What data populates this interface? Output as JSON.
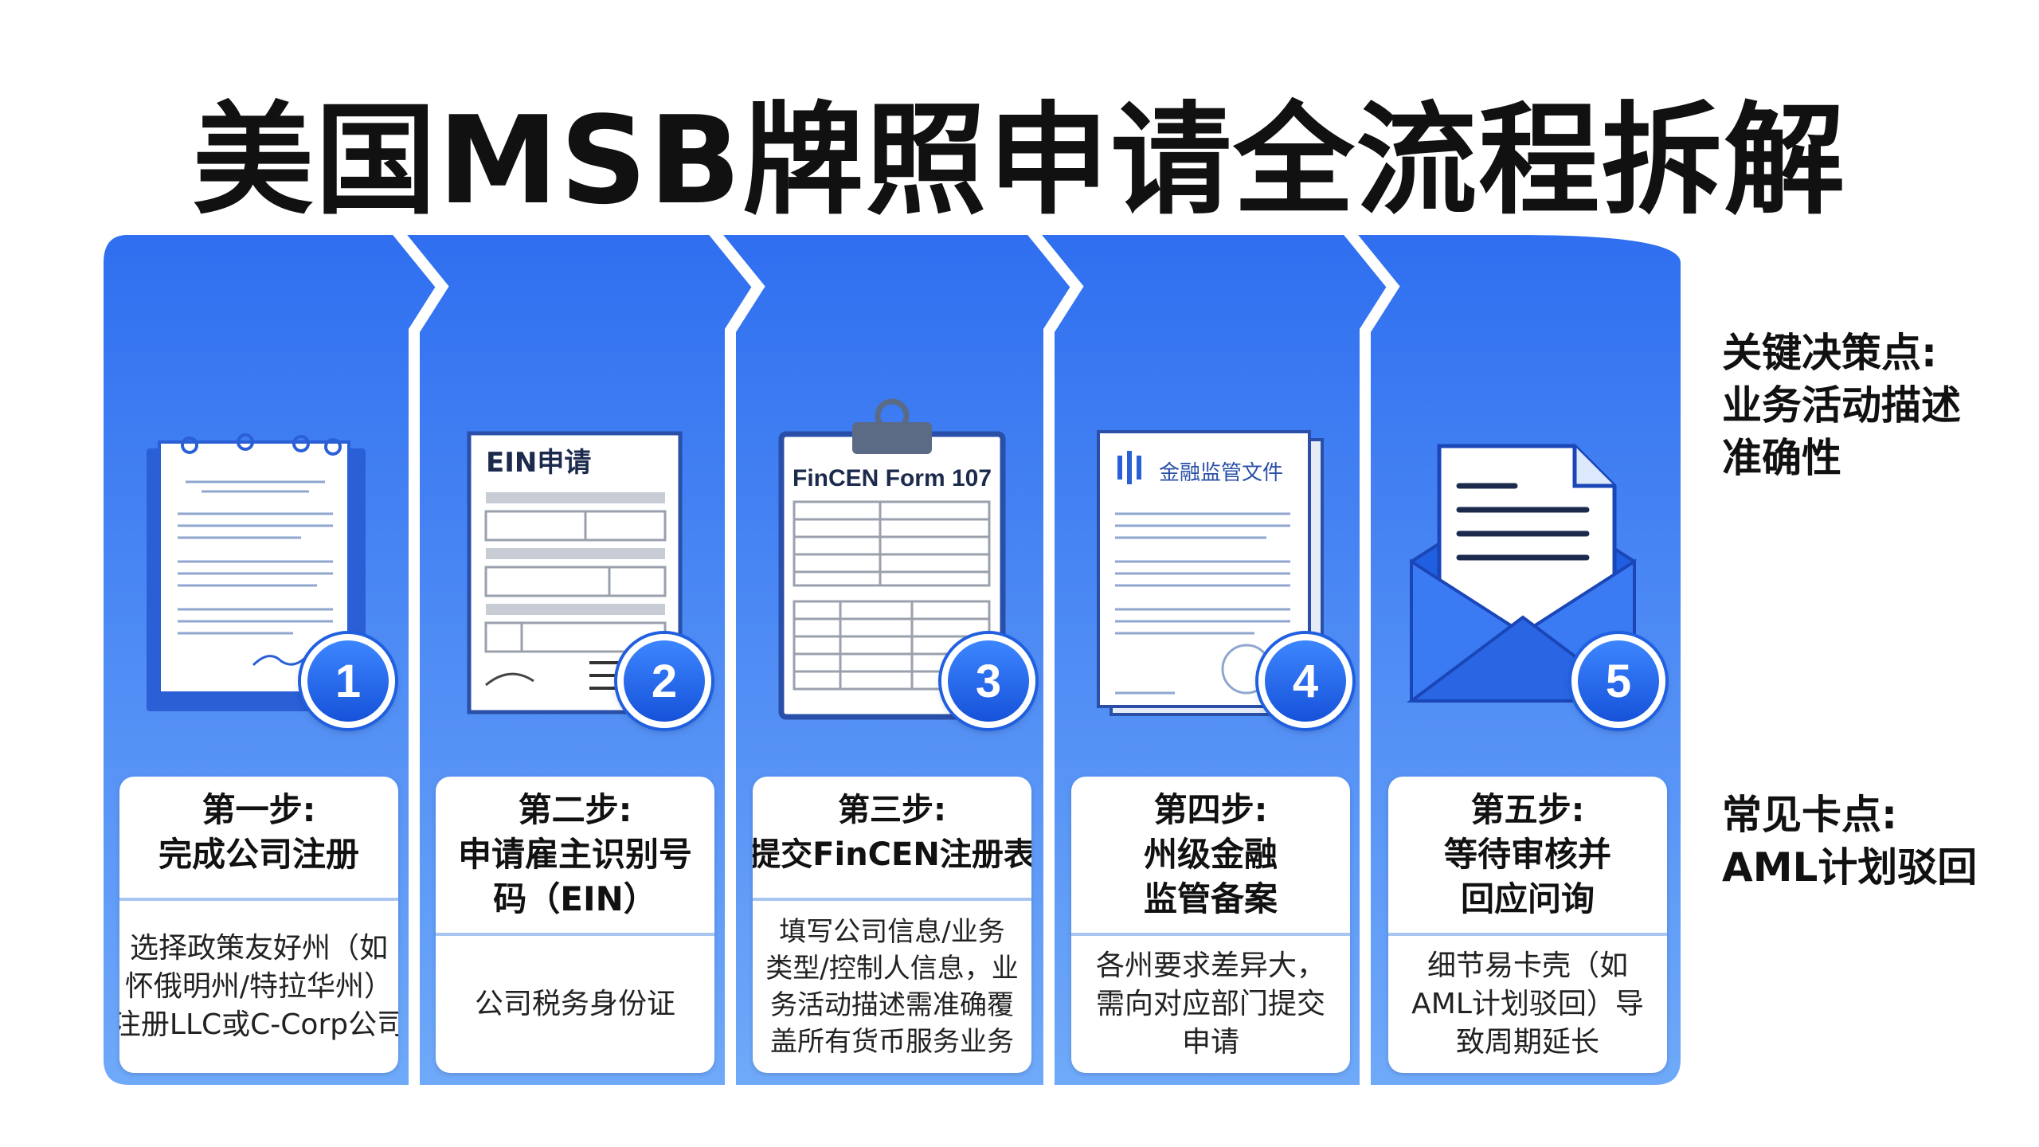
{
  "title": "美国MSB牌照申请全流程拆解",
  "colors": {
    "panel_top": "#2f6ff0",
    "panel_bottom": "#6fa9f9",
    "accent": "#1f5fe0"
  },
  "steps": [
    {
      "number": "1",
      "icon": "registration-document-icon",
      "heading": [
        "第一步:",
        "完成公司注册"
      ],
      "body": [
        "选择政策友好州（如",
        "怀俄明州/特拉华州）",
        "注册LLC或C-Corp公司"
      ]
    },
    {
      "number": "2",
      "icon": "ein-form-icon",
      "doc_label": "EIN申请",
      "heading": [
        "第二步:",
        "申请雇主识别号",
        "码（EIN）"
      ],
      "body": [
        "公司税务身份证"
      ]
    },
    {
      "number": "3",
      "icon": "clipboard-form-icon",
      "doc_label": "FinCEN Form 107",
      "heading": [
        "第三步:",
        "提交FinCEN注册表"
      ],
      "body": [
        "填写公司信息/业务",
        "类型/控制人信息，业",
        "务活动描述需准确覆",
        "盖所有货币服务业务"
      ]
    },
    {
      "number": "4",
      "icon": "regulatory-document-icon",
      "doc_label": "金融监管文件",
      "heading": [
        "第四步:",
        "州级金融",
        "监管备案"
      ],
      "body": [
        "各州要求差异大，",
        "需向对应部门提交",
        "申请"
      ]
    },
    {
      "number": "5",
      "icon": "envelope-letter-icon",
      "heading": [
        "第五步:",
        "等待审核并",
        "回应问询"
      ],
      "body": [
        "细节易卡壳（如",
        "AML计划驳回）导",
        "致周期延长"
      ]
    }
  ],
  "side_notes": [
    {
      "lines": [
        "关键决策点:",
        "业务活动描述",
        "准确性"
      ]
    },
    {
      "lines": [
        "常见卡点:",
        "AML计划驳回"
      ]
    }
  ]
}
